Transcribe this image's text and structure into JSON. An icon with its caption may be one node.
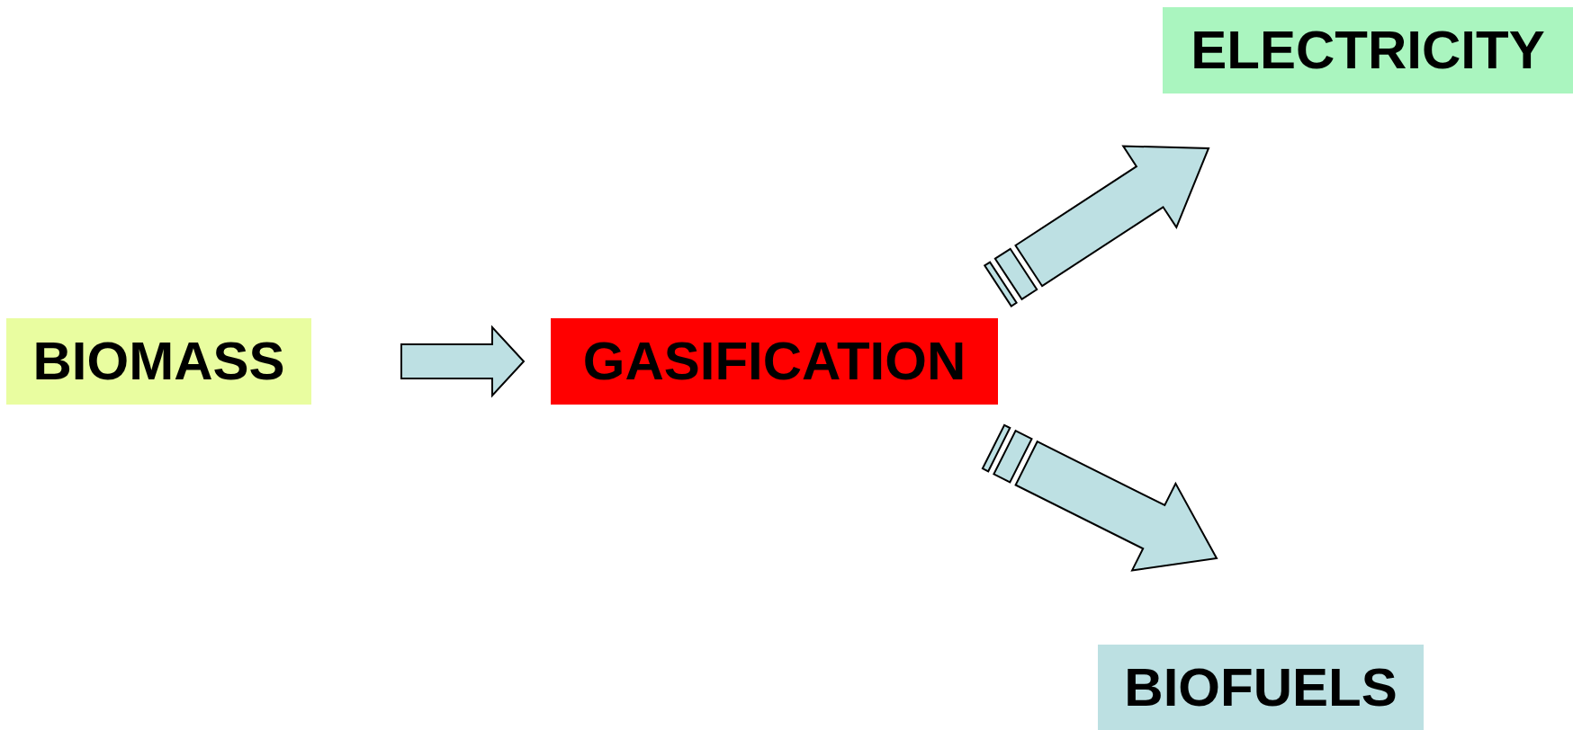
{
  "diagram": {
    "nodes": [
      {
        "text": [
          "BIOMASS"
        ]
      },
      {
        "text": [
          "GASIFICATION"
        ]
      },
      {
        "text": [
          "ELECTRICITY"
        ]
      },
      {
        "text": [
          "BIOFUELS"
        ]
      }
    ],
    "edges": [
      {
        "from": 0,
        "to": 1,
        "arrow": "to"
      },
      {
        "from": 1,
        "to": 2,
        "arrow": "to"
      },
      {
        "from": 1,
        "to": 3,
        "arrow": "to"
      }
    ]
  }
}
